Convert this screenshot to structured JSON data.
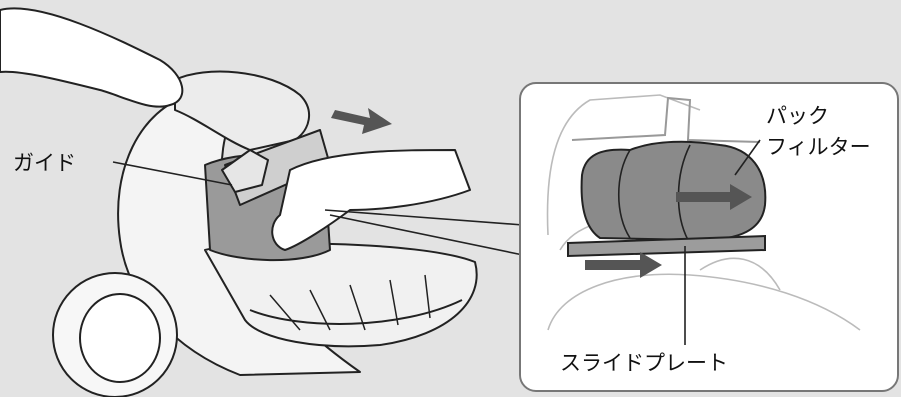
{
  "labels": {
    "guide": "ガイド",
    "pack_filter_line1": "パック",
    "pack_filter_line2": "フィルター",
    "slide_plate": "スライドプレート"
  },
  "colors": {
    "background": "#e3e3e3",
    "inset_panel": "#ffffff",
    "filter_fill": "#8a8a8a",
    "plate_fill": "#9c9c9c",
    "arrow": "#555555",
    "line": "#222222"
  }
}
